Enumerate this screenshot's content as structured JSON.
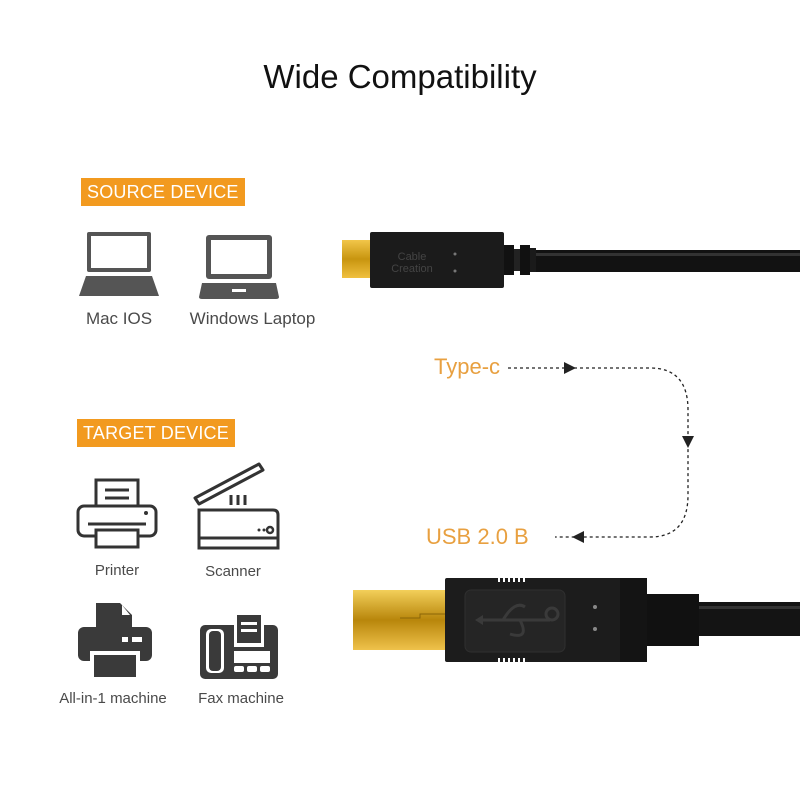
{
  "title": "Wide Compatibility",
  "source": {
    "badge": "SOURCE DEVICE",
    "devices": [
      {
        "label": "Mac IOS",
        "icon": "laptop-icon"
      },
      {
        "label": "Windows Laptop",
        "icon": "laptop-icon"
      }
    ]
  },
  "target": {
    "badge": "TARGET DEVICE",
    "devices": [
      {
        "label": "Printer",
        "icon": "printer-icon"
      },
      {
        "label": "Scanner",
        "icon": "scanner-icon"
      },
      {
        "label": "All-in-1 machine",
        "icon": "all-in-one-printer-icon"
      },
      {
        "label": "Fax machine",
        "icon": "fax-icon"
      }
    ]
  },
  "connectors": {
    "top_label": "Type-c",
    "bottom_label": "USB 2.0 B",
    "brand_line1": "Cable",
    "brand_line2": "Creation"
  },
  "colors": {
    "accent": "#f29a1f",
    "connector_label": "#e8a040",
    "gold": "#d4a017",
    "cable": "#111111"
  }
}
